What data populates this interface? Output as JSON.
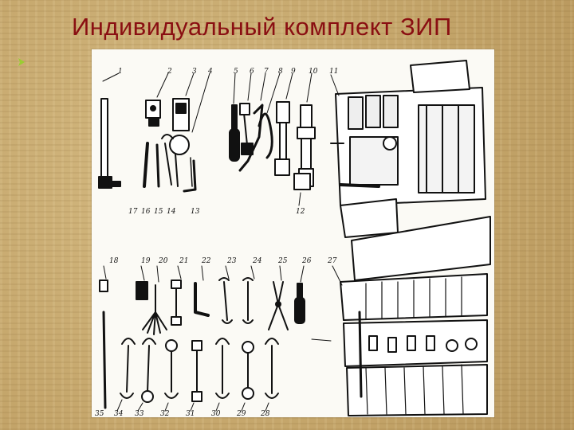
{
  "slide": {
    "title": "Индивидуальный комплект ЗИП"
  },
  "figure": {
    "top_labels": [
      "1",
      "2",
      "3",
      "4",
      "5",
      "6",
      "7",
      "8",
      "9",
      "10",
      "11"
    ],
    "lower_labels_row1": [
      "17",
      "16",
      "15",
      "14",
      "13",
      "12"
    ],
    "mid_labels": [
      "18",
      "19",
      "20",
      "21",
      "22",
      "23",
      "24",
      "25",
      "26",
      "27"
    ],
    "bottom_labels": [
      "35",
      "34",
      "33",
      "32",
      "31",
      "30",
      "29",
      "28"
    ]
  },
  "colors": {
    "title": "#8a0f12",
    "bullet": "#9acd32",
    "ink": "#111111",
    "paper": "#fbfaf5"
  }
}
